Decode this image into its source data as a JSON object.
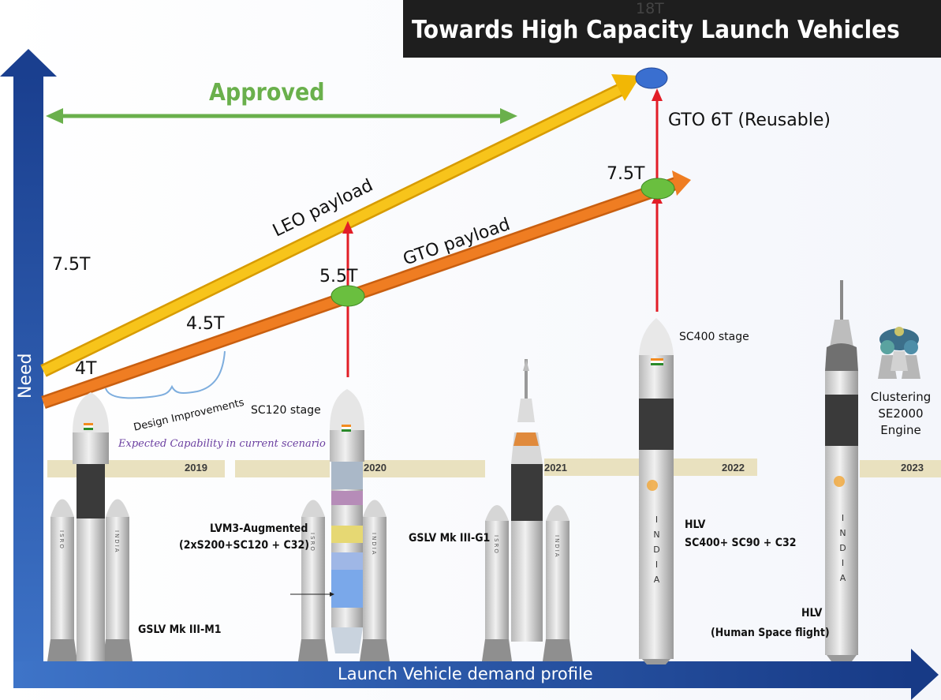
{
  "title": "Towards High Capacity Launch Vehicles",
  "axes": {
    "y_label": "Need",
    "x_label": "Launch Vehicle demand profile"
  },
  "approved_label": "Approved",
  "payload_lines": {
    "leo": "LEO payload",
    "gto": "GTO payload"
  },
  "capacity_labels": {
    "leo_2019": "7.5T",
    "gto_2019": "4T",
    "gto_improved": "4.5T",
    "gto_2020": "5.5T",
    "gto_2022": "7.5T",
    "leo_top": "18T",
    "gto_reusable": "GTO 6T (Reusable)"
  },
  "design_improvements": "Design Improvements",
  "expected_capability": "Expected Capability in current scenario",
  "timeline": [
    "2019",
    "2020",
    "2021",
    "2022",
    "2023"
  ],
  "stage_labels": {
    "sc120": "SC120 stage",
    "sc400": "SC400 stage"
  },
  "vehicles": {
    "gslv_m1": "GSLV Mk III-M1",
    "lvm3_line1": "LVM3-Augmented",
    "lvm3_line2": "(2xS200+SC120 + C32)",
    "gslv_g1": "GSLV Mk III-G1",
    "hlv_line1": "HLV",
    "hlv_line2": "SC400+ SC90 + C32",
    "hlv_hsf_line1": "HLV",
    "hlv_hsf_line2": "(Human Space flight)"
  },
  "engine_label": {
    "line1": "Clustering",
    "line2": "SE2000",
    "line3": "Engine"
  },
  "rocket_text": {
    "isro": "ISRO",
    "india": "INDIA"
  },
  "colors": {
    "leo_arrow": "#f2b705",
    "gto_arrow": "#ef7d22",
    "approved": "#6ab04c",
    "milestone_green": "#6abf3f",
    "milestone_blue": "#3a6fd0",
    "red_arrow": "#e21e27",
    "axis_blue": "#1f4fa8",
    "timeline_band": "#e9e1bf",
    "title_bg": "#1e1e1e"
  }
}
